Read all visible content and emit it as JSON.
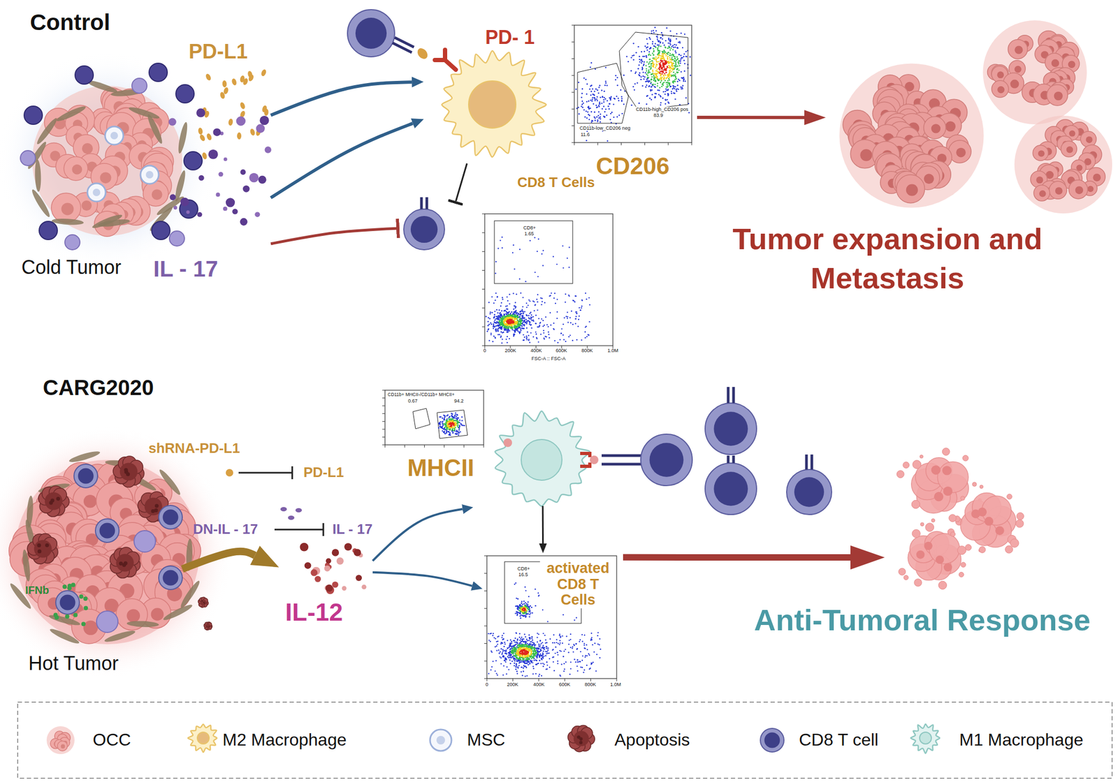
{
  "diagram": {
    "nodes": [
      {
        "text": [
          "Cold Tumor"
        ]
      },
      {
        "text": [
          "PD-L1"
        ]
      },
      {
        "text": [
          "IL - 17"
        ]
      },
      {
        "text": [
          "PD- 1"
        ]
      },
      {
        "text": [
          "CD11b-high_CD206 pos",
          "83.9",
          "CD11b-low_CD206 neg",
          "11.6",
          "CD206"
        ]
      },
      {
        "text": [
          "CD8 T Cells",
          "CD8+",
          "1.65",
          "0",
          "200K",
          "400K",
          "600K",
          "800K",
          "1.0M",
          "FSC-A :: FSC-A"
        ]
      },
      {
        "text": [
          "Tumor expansion and Metastasis"
        ]
      },
      {
        "text": [
          "IFNb",
          "Hot Tumor"
        ]
      },
      {
        "text": [
          "IL-12"
        ]
      },
      {
        "text": [
          "CD11b+ MHCII-/CD11b+ MHCII+",
          "0.67",
          "94.2",
          "MHCII"
        ]
      },
      {
        "text": [
          "activated CD8 T Cells",
          "CD8+",
          "16.5",
          "0",
          "200K",
          "400K",
          "600K",
          "800K",
          "1.0M"
        ]
      },
      {
        "text": [
          "Anti-Tumoral Response"
        ]
      }
    ],
    "edges": [
      {
        "from": 1,
        "to": 3,
        "arrow": "to"
      },
      {
        "from": 2,
        "to": 3,
        "arrow": "to"
      },
      {
        "from": 2,
        "to": 5,
        "arrow": "to"
      },
      {
        "from": 3,
        "to": 5,
        "arrow": "to"
      },
      {
        "from": 4,
        "to": 6,
        "arrow": "to"
      },
      {
        "from": 7,
        "to": 8,
        "arrow": "to"
      },
      {
        "from": 8,
        "to": 9,
        "arrow": "to"
      },
      {
        "from": 8,
        "to": 10,
        "arrow": "to"
      },
      {
        "from": 9,
        "to": 10,
        "arrow": "to"
      },
      {
        "from": 10,
        "to": 11,
        "arrow": "to"
      }
    ],
    "labels": [
      "Control",
      "CARG2020",
      "shRNA-PD-L1",
      "PD-L1",
      "DN-IL - 17",
      "IL - 17"
    ],
    "legend": [
      {
        "text": "OCC"
      },
      {
        "text": "M2 Macrophage"
      },
      {
        "text": "MSC"
      },
      {
        "text": "Apoptosis"
      },
      {
        "text": "CD8 T cell"
      },
      {
        "text": "M1 Macrophage"
      }
    ]
  }
}
